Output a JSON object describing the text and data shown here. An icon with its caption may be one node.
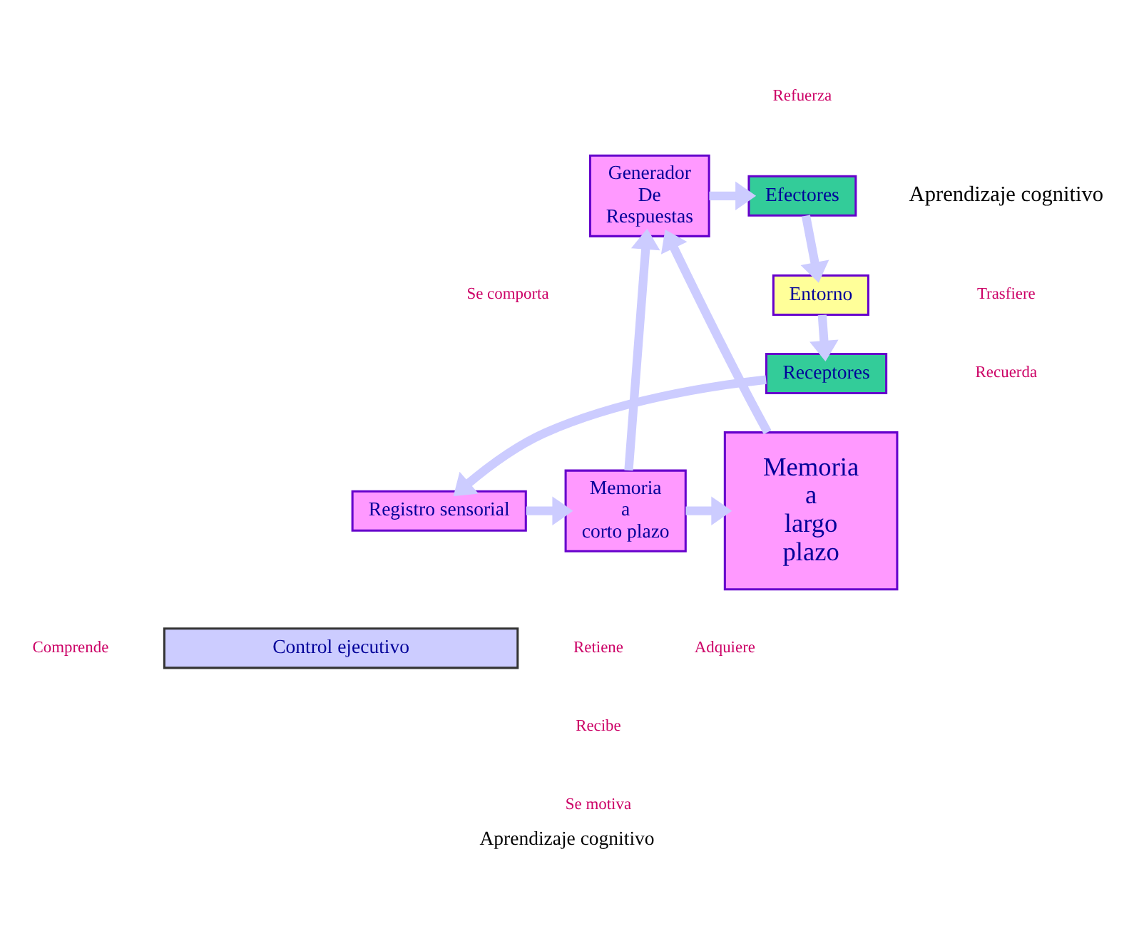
{
  "diagram": {
    "title": "Aprendizaje cognitivo",
    "caption": "Aprendizaje cognitivo",
    "nodes": [
      {
        "text": [
          "Generador De Respuestas"
        ]
      },
      {
        "text": [
          "Efectores"
        ]
      },
      {
        "text": [
          "Entorno"
        ]
      },
      {
        "text": [
          "Receptores"
        ]
      },
      {
        "text": [
          "Registro sensorial"
        ]
      },
      {
        "text": [
          "Memoria a corto plazo"
        ]
      },
      {
        "text": [
          "Memoria a largo plazo"
        ]
      },
      {
        "text": [
          "Control ejecutivo"
        ]
      }
    ],
    "edges": [
      {
        "from": 0,
        "to": 1,
        "arrow": "to"
      },
      {
        "from": 1,
        "to": 2,
        "arrow": "to"
      },
      {
        "from": 2,
        "to": 3,
        "arrow": "to"
      },
      {
        "from": 3,
        "to": 4,
        "arrow": "to"
      },
      {
        "from": 4,
        "to": 5,
        "arrow": "to"
      },
      {
        "from": 5,
        "to": 6,
        "arrow": "to"
      },
      {
        "from": 5,
        "to": 0,
        "arrow": "to"
      },
      {
        "from": 6,
        "to": 0,
        "arrow": "to"
      }
    ],
    "labels": [
      "Refuerza",
      "Se comporta",
      "Trasfiere",
      "Recuerda",
      "Retiene",
      "Recibe",
      "Se motiva",
      "Comprende",
      "Adquiere"
    ]
  }
}
